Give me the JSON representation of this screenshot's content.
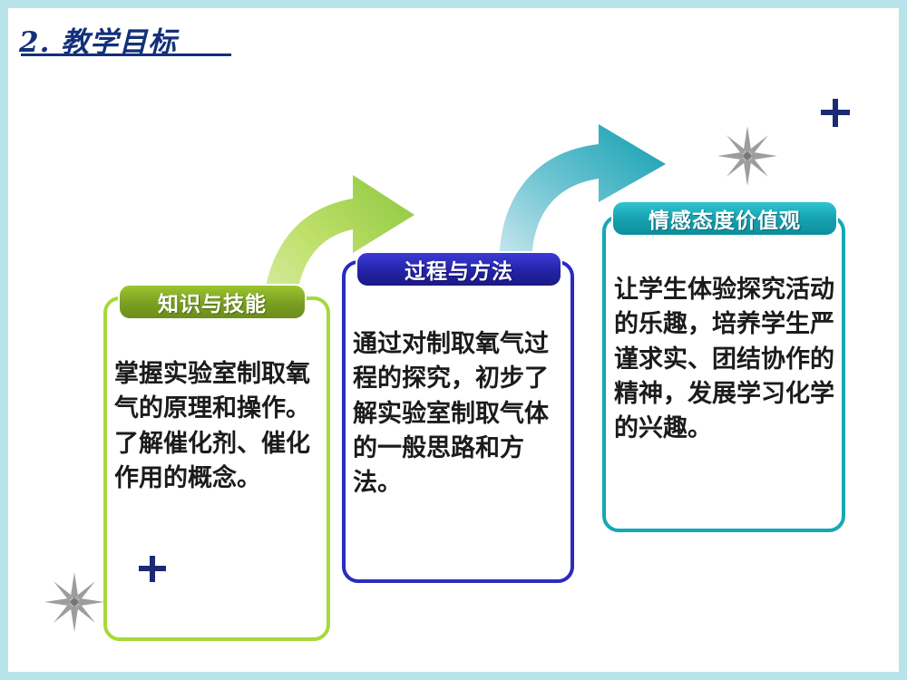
{
  "slide": {
    "title": "2. 教学目标",
    "accent_border": "#b9e3ea",
    "title_color": "#13307a",
    "background": "#ffffff"
  },
  "boxes": [
    {
      "id": "knowledge",
      "badge": "知识与技能",
      "badge_color": "#7a9f21",
      "border_color": "#a6d93a",
      "text": "掌握实验室制取氧气的原理和操作。了解催化剂、催化作用的概念。"
    },
    {
      "id": "process",
      "badge": "过程与方法",
      "badge_color": "#2323a8",
      "border_color": "#2b2bbf",
      "text": "通过对制取氧气过程的探究，初步了解实验室制取气体的一般思路和方法。"
    },
    {
      "id": "emotion",
      "badge": "情感态度价值观",
      "badge_color": "#14a0ae",
      "border_color": "#16a7b5",
      "text": "让学生体验探究活动的乐趣，培养学生严谨求实、团结协作的精神，发展学习化学的兴趣。"
    }
  ],
  "arrows": [
    {
      "id": "arrow-green",
      "from": "knowledge",
      "to": "process",
      "color": "#a8d84a"
    },
    {
      "id": "arrow-teal",
      "from": "process",
      "to": "emotion",
      "color": "#1fa6b5"
    }
  ],
  "decorations": [
    {
      "id": "sparkle-top-right",
      "type": "sparkle-icon",
      "color": "#9a9a9a"
    },
    {
      "id": "cross-top-right",
      "type": "cross-icon",
      "color": "#1b1b6e"
    },
    {
      "id": "sparkle-bottom-left",
      "type": "sparkle-icon",
      "color": "#9a9a9a"
    },
    {
      "id": "cross-bottom-left",
      "type": "cross-icon",
      "color": "#1b1b6e"
    }
  ]
}
